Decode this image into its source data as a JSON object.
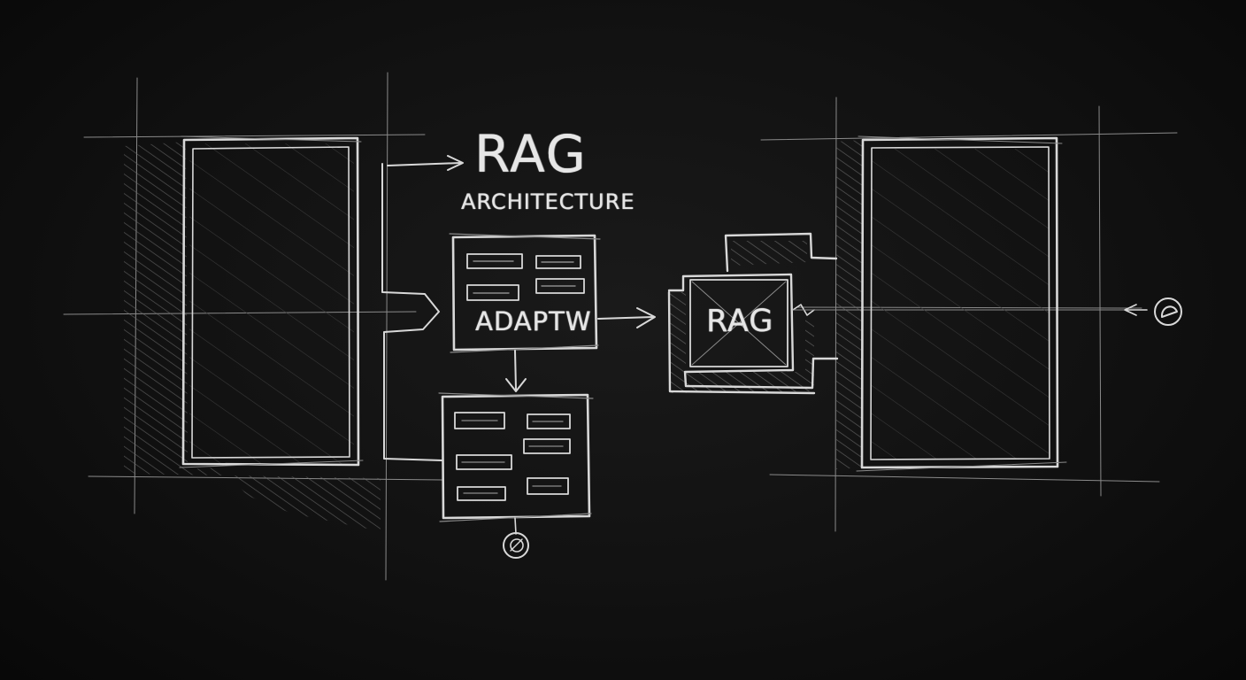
{
  "diagram": {
    "title": "RAG",
    "subtitle": "ARCHITECTURE",
    "adapter_label": "ADAPTW",
    "rag_box_label": "RAG"
  },
  "colors": {
    "background": "#111111",
    "chalk": "#d8d8d8",
    "hatch": "#6a6a6a"
  }
}
